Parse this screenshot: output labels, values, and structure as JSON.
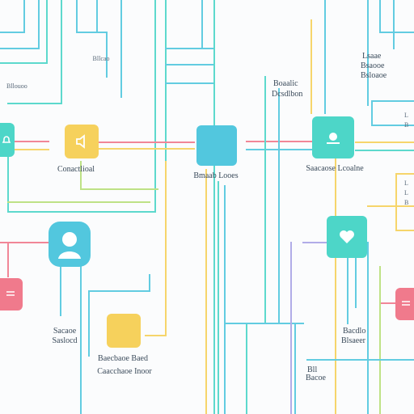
{
  "colors": {
    "teal": "#4dd6c8",
    "cyan": "#52c7de",
    "yellow": "#f6d15c",
    "pink": "#f07a8c",
    "green": "#b8e07a",
    "purple": "#a9a4e6",
    "text": "#3a4a5a"
  },
  "nodes": [
    {
      "id": "left-edge-node",
      "color": "teal",
      "icon": "bell-icon"
    },
    {
      "id": "yellow-node",
      "color": "yellow",
      "icon": "speaker-icon",
      "label": "Conactlioal"
    },
    {
      "id": "center-node",
      "color": "cyan",
      "icon": "",
      "label": "Bmaab  Looes"
    },
    {
      "id": "camera-node",
      "color": "teal",
      "icon": "camera-icon",
      "label": "Saacaose Lcoalne"
    },
    {
      "id": "user-node",
      "color": "cyan",
      "icon": "user-icon"
    },
    {
      "id": "heart-node",
      "color": "teal",
      "icon": "heart-icon"
    },
    {
      "id": "pink-left-node",
      "color": "pink",
      "icon": "list-icon"
    },
    {
      "id": "pink-right-node",
      "color": "pink",
      "icon": "list-icon"
    },
    {
      "id": "yellow-bottom-node",
      "color": "yellow",
      "icon": "",
      "label": "Caacchaoe Inoor"
    }
  ],
  "labels": {
    "top_center": "Bllcao",
    "top_left": "Bllouoo",
    "mid_upper": [
      "Boaalic",
      "Dcsdlbon"
    ],
    "top_right": [
      "Lsaae",
      "Bsaooe",
      "Bsloaoe"
    ],
    "right_edge": [
      "L",
      "B"
    ],
    "left_bottom": [
      "Sacaoe",
      "Saslocd"
    ],
    "bottom_mid_top": "Baecbaoe Baed",
    "right_bottom": [
      "Bacdlo",
      "Blsaeer"
    ],
    "bottom_right_small": [
      "Bll",
      "Bacoe"
    ],
    "far_right_small": [
      "L",
      "L",
      "B"
    ]
  }
}
